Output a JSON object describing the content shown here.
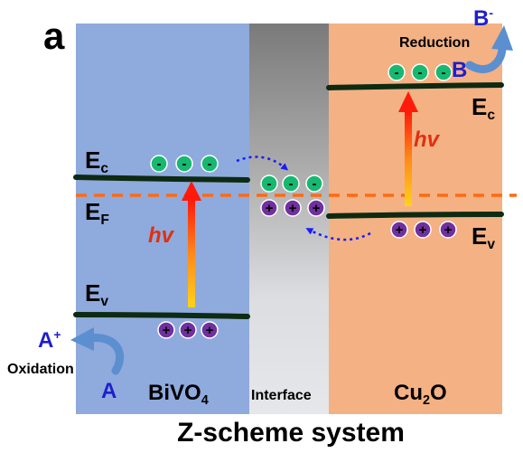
{
  "panel_letter": "a",
  "title": "Z-scheme system",
  "regions": {
    "left": {
      "label_main": "BiVO",
      "label_sub": "4",
      "color": "#8faadc"
    },
    "interface": {
      "label": "Interface"
    },
    "right": {
      "label_main": "Cu",
      "label_sub": "2",
      "label_after": "O",
      "color": "#f4b183"
    }
  },
  "levels": {
    "ec": {
      "main": "E",
      "sub": "c"
    },
    "ev": {
      "main": "E",
      "sub": "v"
    },
    "ef": {
      "main": "E",
      "sub": "F"
    }
  },
  "photon": "hv",
  "oxidation": {
    "label": "Oxidation",
    "reactant": "A",
    "product_main": "A",
    "product_sup": "+"
  },
  "reduction": {
    "label": "Reduction",
    "reactant": "B",
    "product_main": "B",
    "product_sup": "-"
  },
  "charges": {
    "electron": "-",
    "hole": "+"
  },
  "colors": {
    "band": "#0d2a12",
    "fermi": "#ff6a13",
    "electron": "#17b870",
    "hole": "#7030a0",
    "species": "#1f1fcc",
    "photon_text": "#e03010",
    "curve_arrow": "#5b8fd0",
    "dotted_arrow": "#1a1aff"
  }
}
